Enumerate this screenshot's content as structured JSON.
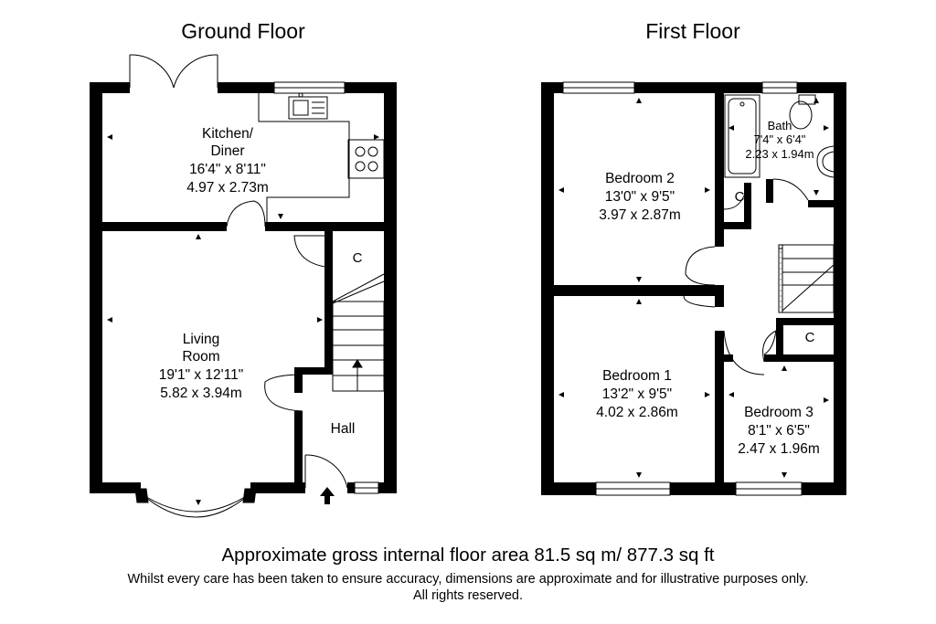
{
  "floors": [
    {
      "name": "Ground Floor"
    },
    {
      "name": "First Floor"
    }
  ],
  "rooms": {
    "kitchen": {
      "line1": "Kitchen/",
      "line2": "Diner",
      "imperial": "16'4\" x 8'11\"",
      "metric": "4.97 x 2.73m"
    },
    "living": {
      "line1": "Living",
      "line2": "Room",
      "imperial": "19'1\" x 12'11\"",
      "metric": "5.82 x 3.94m"
    },
    "hall": {
      "line1": "Hall"
    },
    "gf_cupboard": {
      "line1": "C"
    },
    "bedroom2": {
      "line1": "Bedroom 2",
      "imperial": "13'0\" x 9'5\"",
      "metric": "3.97 x 2.87m"
    },
    "bedroom1": {
      "line1": "Bedroom 1",
      "imperial": "13'2\" x 9'5\"",
      "metric": "4.02 x 2.86m"
    },
    "bedroom3": {
      "line1": "Bedroom 3",
      "imperial": "8'1\" x 6'5\"",
      "metric": "2.47 x 1.96m"
    },
    "bath": {
      "line1": "Bath",
      "imperial": "7'4\" x 6'4\"",
      "metric": "2.23 x 1.94m"
    },
    "ff_cupboard_a": {
      "line1": "C"
    },
    "ff_cupboard_b": {
      "line1": "C"
    }
  },
  "footer": {
    "area": "Approximate gross internal floor area 81.5 sq m/ 877.3 sq ft",
    "disclaimer_line1": "Whilst every care has been taken to ensure accuracy, dimensions are approximate and for illustrative purposes only.",
    "disclaimer_line2": "All rights reserved."
  },
  "colors": {
    "wall": "#000000",
    "fixture": "#555555",
    "stair_hatch": "#8a8a8a"
  }
}
